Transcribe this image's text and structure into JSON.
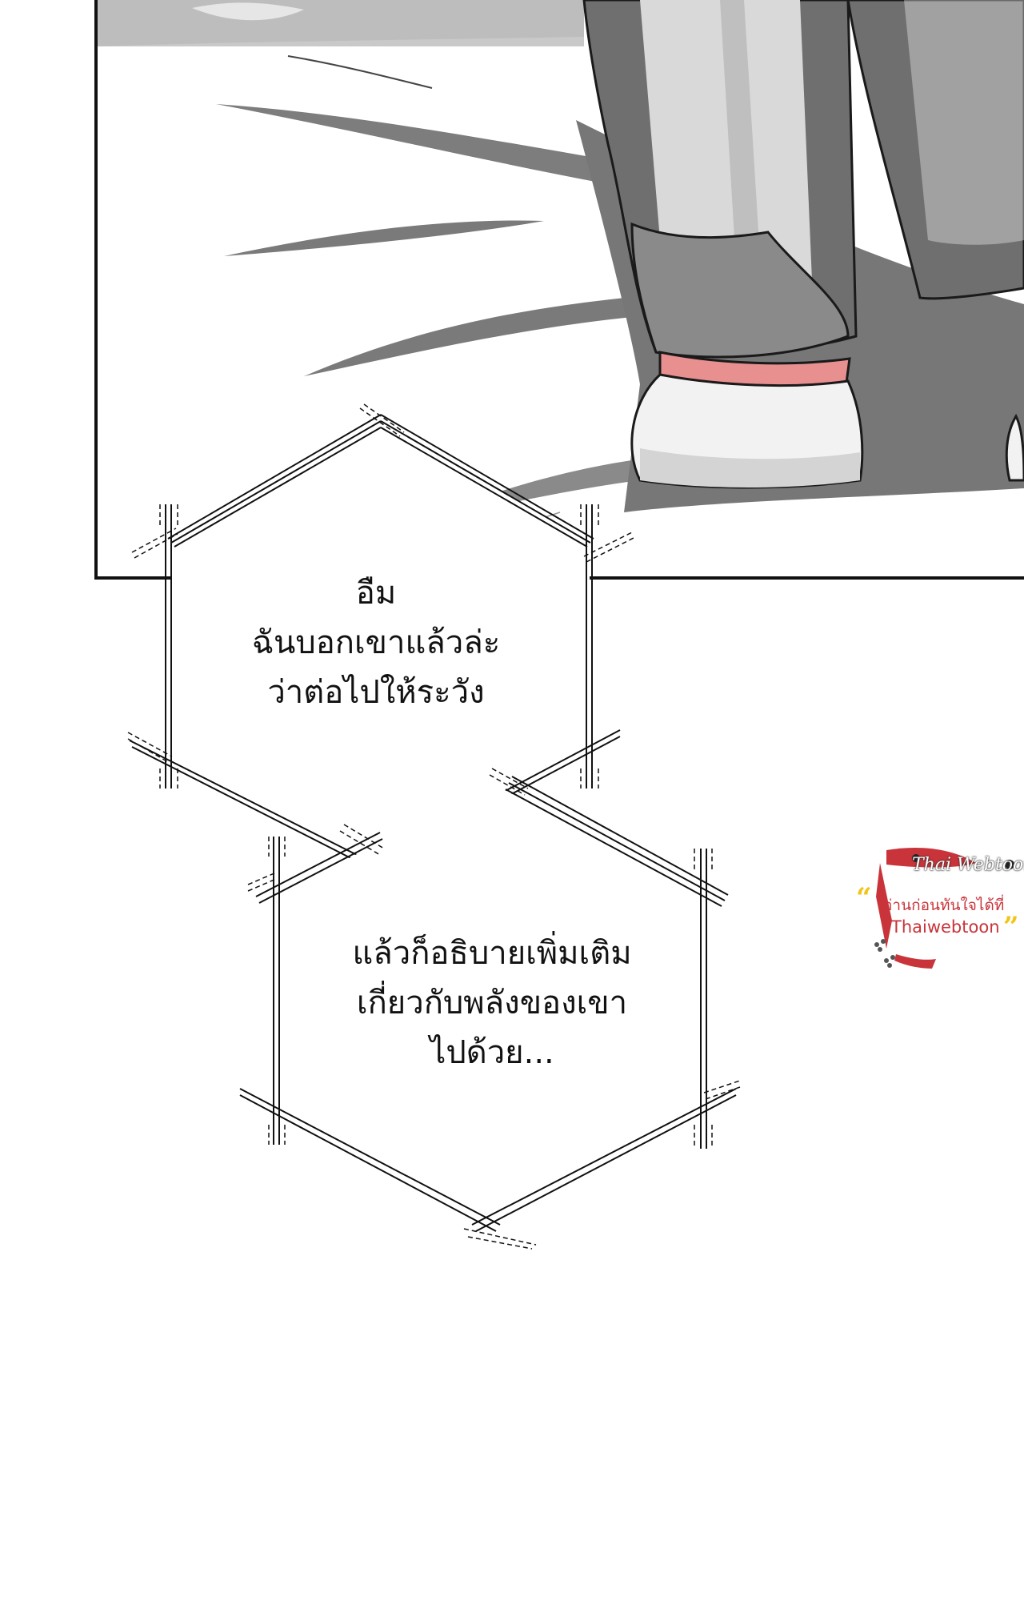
{
  "panel": {
    "description_icon": "manga-feet-scene"
  },
  "bubbles": [
    {
      "lines": [
        "อืม",
        "ฉันบอกเขาแล้วล่ะ",
        "ว่าต่อไปให้ระวัง"
      ]
    },
    {
      "lines": [
        "แล้วก็อธิบายเพิ่มเติม",
        "เกี่ยวกับพลังของเขา",
        "ไปด้วย..."
      ]
    }
  ],
  "watermark": {
    "logo": "Thai Webtoon",
    "tagline": "อ่านก่อนทันใจได้ที่",
    "site": "Thaiwebtoon",
    "open_quote": "“",
    "close_quote": "”"
  },
  "colors": {
    "panel_border": "#111111",
    "floor": "#ffffff",
    "shadow": "#7a7a7a",
    "pants": "#6f6f6f",
    "sock": "#e88f8f",
    "watermark_red": "#c8343a",
    "watermark_yellow": "#f2c419"
  }
}
